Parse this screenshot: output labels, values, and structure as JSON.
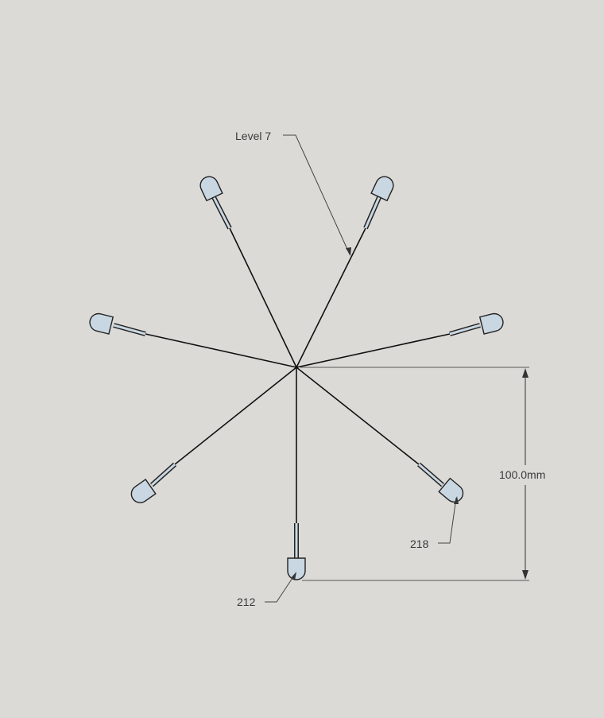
{
  "diagram": {
    "background": "#dcdad6",
    "line_color": "#111111",
    "dim_line_color": "#555555",
    "component_fill": "#c9d7e2",
    "arm_count": 7,
    "labels": {
      "level": "Level 7",
      "dimension": "100.0mm",
      "ref_218": "218",
      "ref_212": "212"
    }
  }
}
